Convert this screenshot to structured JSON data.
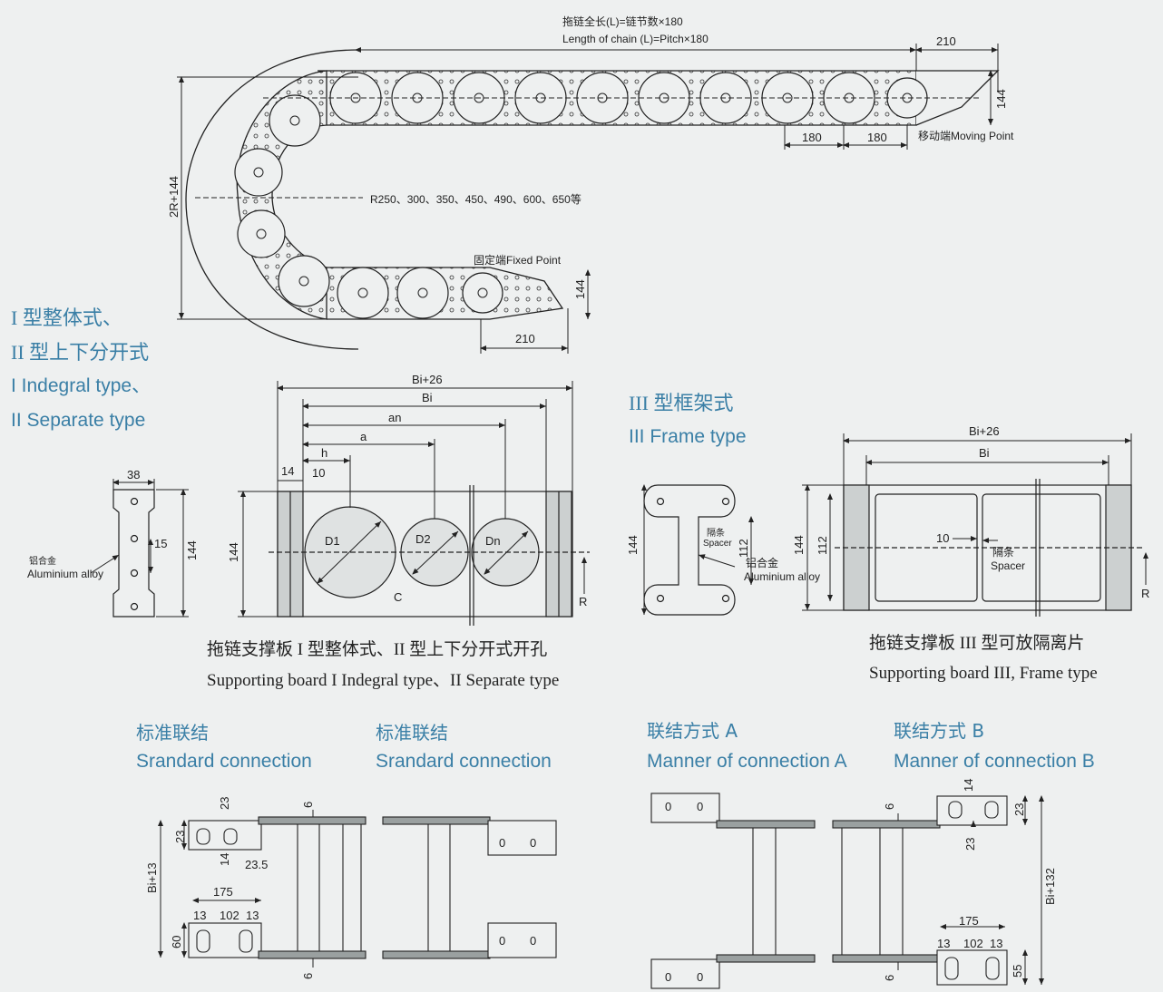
{
  "chain_top": {
    "length_cn": "拖链全长(L)=链节数×180",
    "length_en": "Length of chain (L)=Pitch×180",
    "dim_210_top": "210",
    "dim_144_right": "144",
    "dim_180_a": "180",
    "dim_180_b": "180",
    "moving_point": "移动端Moving Point",
    "radius_list": "R250、300、350、450、490、600、650等",
    "height_label": "2R+144",
    "fixed_point": "固定端Fixed Point",
    "dim_144_fixed": "144",
    "dim_210_bottom": "210"
  },
  "type_titles": {
    "t1_cn": "I 型整体式、",
    "t2_cn": "II 型上下分开式",
    "t1_en": "I Indegral type、",
    "t2_en": "II Separate type",
    "t3_cn": "III 型框架式",
    "t3_en": "III Frame type"
  },
  "board1": {
    "bi26": "Bi+26",
    "bi": "Bi",
    "an": "an",
    "a": "a",
    "h": "h",
    "d14": "14",
    "d10": "10",
    "h144": "144",
    "d1": "D1",
    "d2": "D2",
    "dn": "Dn",
    "c": "C",
    "r": "R",
    "caption_cn": "拖链支撑板 I 型整体式、II 型上下分开式开孔",
    "caption_en": "Supporting board I Indegral type、II Separate type"
  },
  "side_bar": {
    "w38": "38",
    "d15": "15",
    "h144": "144",
    "mat_cn": "铝合金",
    "mat_en": "Aluminium alloy"
  },
  "frame_part": {
    "h144": "144",
    "h112": "112",
    "spacer_cn": "隔条",
    "spacer_en": "Spacer",
    "mat_cn": "铝合金",
    "mat_en": "Aluminium alloy"
  },
  "board3": {
    "bi26": "Bi+26",
    "bi": "Bi",
    "h144": "144",
    "h112": "112",
    "d10": "10",
    "spacer_cn": "隔条",
    "spacer_en": "Spacer",
    "r": "R",
    "caption_cn": "拖链支撑板 III 型可放隔离片",
    "caption_en": "Supporting board III, Frame type"
  },
  "connections": {
    "std1_cn": "标准联结",
    "std1_en": "Srandard connection",
    "std2_cn": "标准联结",
    "std2_en": "Srandard connection",
    "a_cn": "联结方式 A",
    "a_en": "Manner of connection A",
    "b_cn": "联结方式 B",
    "b_en": "Manner of connection B"
  },
  "conn_dims": {
    "d23_top": "23",
    "d23_left": "23",
    "d14": "14",
    "d23_5": "23.5",
    "bi13": "Bi+13",
    "d175": "175",
    "d13a": "13",
    "d102": "102",
    "d13b": "13",
    "d60": "60",
    "d6_top": "6",
    "d6_bot": "6",
    "b_d6_top": "6",
    "b_d6_bot": "6",
    "b_d14": "14",
    "b_d23": "23",
    "b_d23_mid": "23",
    "b_bi132": "Bi+132",
    "b_d175": "175",
    "b_d13a": "13",
    "b_d102": "102",
    "b_d13b": "13",
    "b_d55": "55",
    "slot0": "0"
  }
}
